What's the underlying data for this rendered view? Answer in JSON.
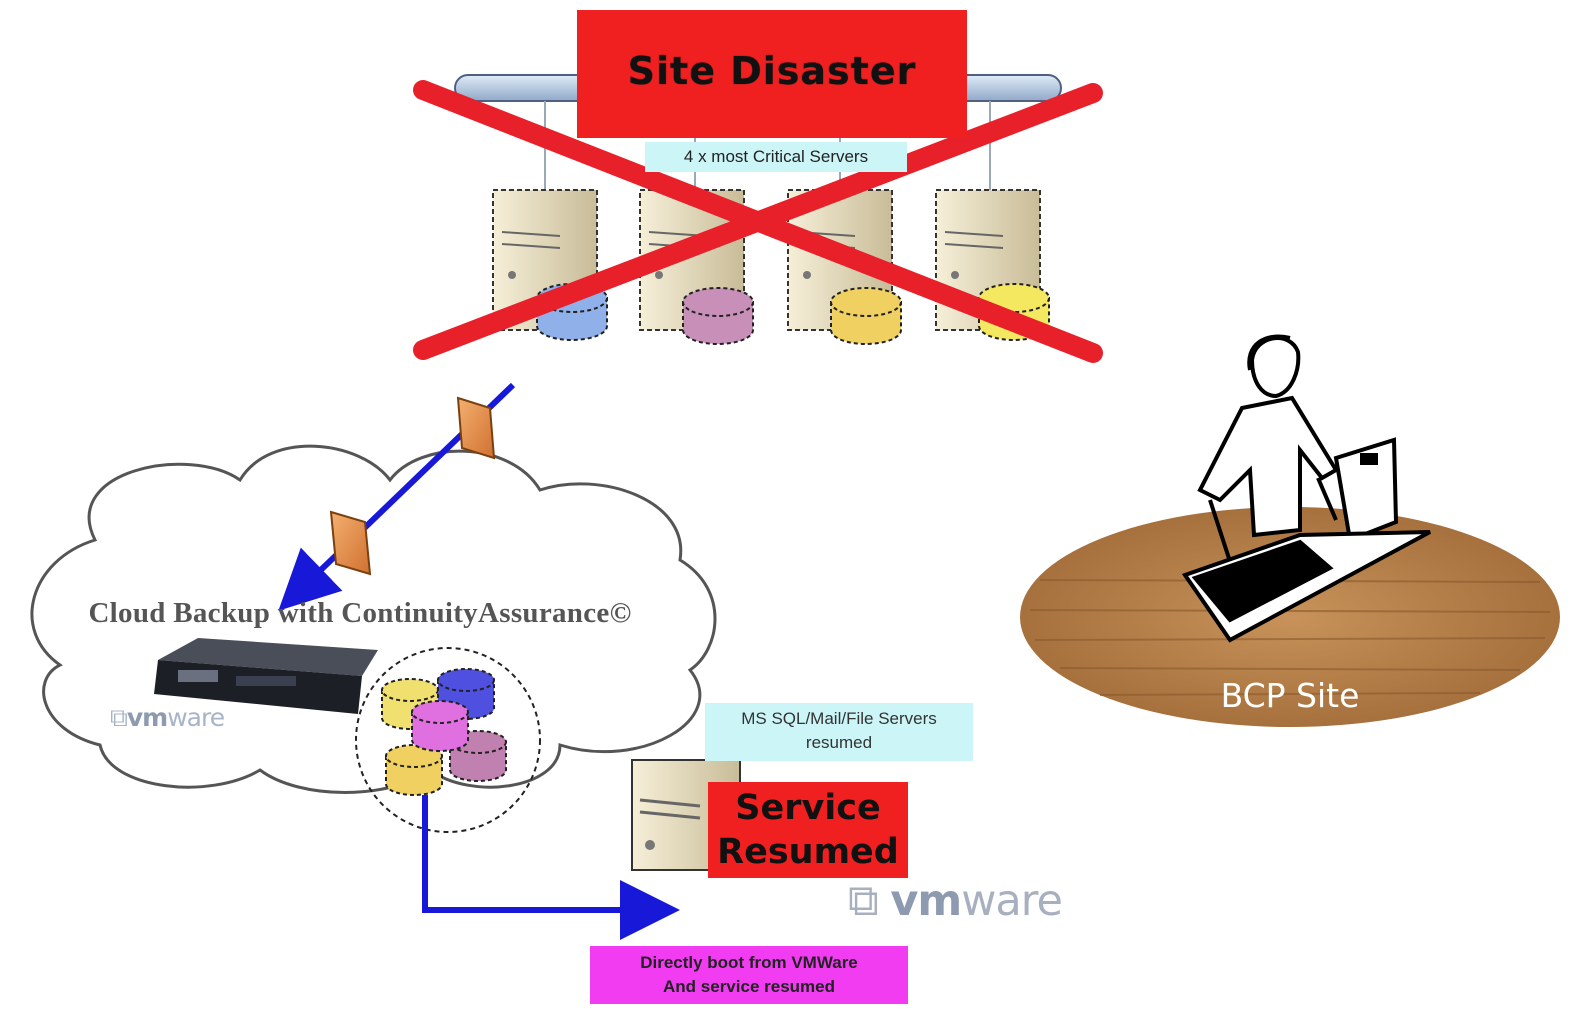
{
  "top_site": {
    "banner": "Site Disaster",
    "servers_caption": "4 x most Critical Servers",
    "database_colors": [
      "#8fb0e8",
      "#c890b8",
      "#f0d060",
      "#f4e860"
    ]
  },
  "cloud": {
    "caption": "Cloud Backup with ContinuityAssurance©",
    "vmware_logo_left": "vm",
    "vmware_logo_right": "ware"
  },
  "recovery": {
    "servers_caption": [
      "MS SQL/Mail/File Servers",
      "resumed"
    ],
    "banner": [
      "Service",
      "Resumed"
    ],
    "vmware_logo_left": "vm",
    "vmware_logo_right": "ware",
    "boot_note": [
      "Directly boot from VMWare",
      "And service resumed"
    ]
  },
  "bcp": {
    "label": "BCP Site"
  },
  "colors": {
    "alert_red": "#f02020",
    "cross_red": "#e8202a",
    "caption_cyan": "#ccf5f8",
    "note_magenta": "#f23cf2",
    "arrow_blue": "#1818d8",
    "desk_wood": "#c08a52"
  }
}
